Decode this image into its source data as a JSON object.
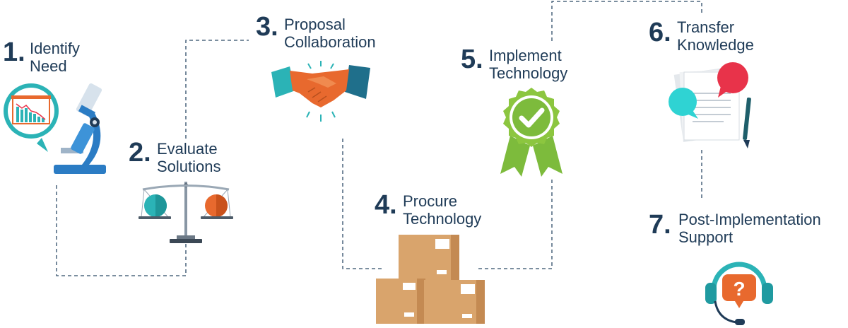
{
  "steps": [
    {
      "number": "1.",
      "line1": "Identify",
      "line2": "Need",
      "icon": "microscope-chart-icon"
    },
    {
      "number": "2.",
      "line1": "Evaluate",
      "line2": "Solutions",
      "icon": "balance-scale-icon"
    },
    {
      "number": "3.",
      "line1": "Proposal",
      "line2": "Collaboration",
      "icon": "handshake-icon"
    },
    {
      "number": "4.",
      "line1": "Procure",
      "line2": "Technology",
      "icon": "boxes-icon"
    },
    {
      "number": "5.",
      "line1": "Implement",
      "line2": "Technology",
      "icon": "award-ribbon-icon"
    },
    {
      "number": "6.",
      "line1": "Transfer",
      "line2": "Knowledge",
      "icon": "documents-chat-icon"
    },
    {
      "number": "7.",
      "line1": "Post-Implementation",
      "line2": "Support",
      "icon": "headset-support-icon"
    }
  ],
  "colors": {
    "text": "#1f3b57",
    "connector": "#2c4a66",
    "teal": "#2bb3b6",
    "orange": "#e8692e",
    "green": "#7dbb3c",
    "cardboard": "#d9a46c",
    "red": "#e8334a",
    "cyan": "#2fd3d3",
    "blue": "#2b7cc4"
  }
}
